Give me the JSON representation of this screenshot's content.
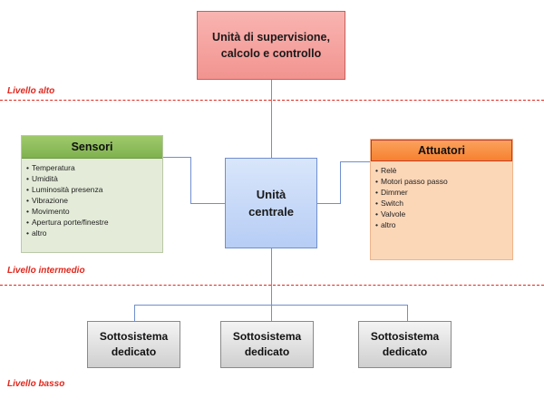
{
  "top_unit": {
    "line1": "Unità di supervisione,",
    "line2": "calcolo e controllo"
  },
  "central_unit": {
    "line1": "Unità",
    "line2": "centrale"
  },
  "sensors": {
    "title": "Sensori",
    "items": [
      "Temperatura",
      "Umidità",
      "Luminosità presenza",
      "Vibrazione",
      "Movimento",
      "Apertura porte/finestre",
      "altro"
    ]
  },
  "actuators": {
    "title": "Attuatori",
    "items": [
      "Relè",
      "Motori passo passo",
      "Dimmer",
      "Switch",
      "Valvole",
      "altro"
    ]
  },
  "subsystems": [
    {
      "line1": "Sottosistema",
      "line2": "dedicato"
    },
    {
      "line1": "Sottosistema",
      "line2": "dedicato"
    },
    {
      "line1": "Sottosistema",
      "line2": "dedicato"
    }
  ],
  "levels": {
    "high": "Livello alto",
    "mid": "Livello intermedio",
    "low": "Livello basso"
  },
  "colors": {
    "level_red": "#e0281e",
    "connector": "#6f8fcf"
  }
}
